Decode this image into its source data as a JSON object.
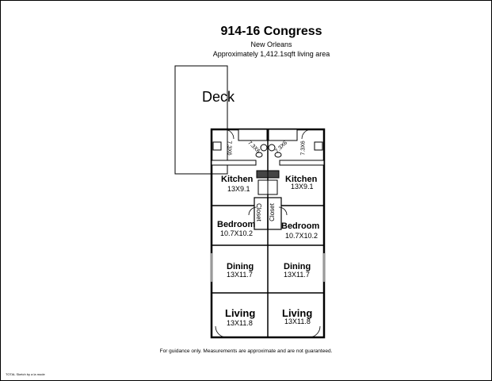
{
  "header": {
    "title": "914-16 Congress",
    "city": "New Orleans",
    "area": "Approximately 1,412.1sqft living area"
  },
  "deck": {
    "label": "Deck"
  },
  "rooms": {
    "left": {
      "kitchen": {
        "name": "Kitchen",
        "dim": "13X9.1"
      },
      "bedroom": {
        "name": "Bedroom",
        "dim": "10.7X10.2"
      },
      "dining": {
        "name": "Dining",
        "dim": "13X11.7"
      },
      "living": {
        "name": "Living",
        "dim": "13X11.8"
      },
      "bath_dims": [
        "7.3X6",
        "7.3X6"
      ]
    },
    "right": {
      "kitchen": {
        "name": "Kitchen",
        "dim": "13X9.1"
      },
      "bedroom": {
        "name": "Bedroom",
        "dim": "10.7X10.2"
      },
      "dining": {
        "name": "Dining",
        "dim": "13X11.7"
      },
      "living": {
        "name": "Living",
        "dim": "13X11.8"
      },
      "bath_dims": [
        "7.3X6",
        "7.3X6"
      ]
    },
    "closet_left": "Closet",
    "closet_right": "Closet"
  },
  "footer": {
    "disclaimer": "For guidance only. Measurements are approximate and are not guaranteed.",
    "credit": "TOTAL Sketch by a la mode"
  }
}
